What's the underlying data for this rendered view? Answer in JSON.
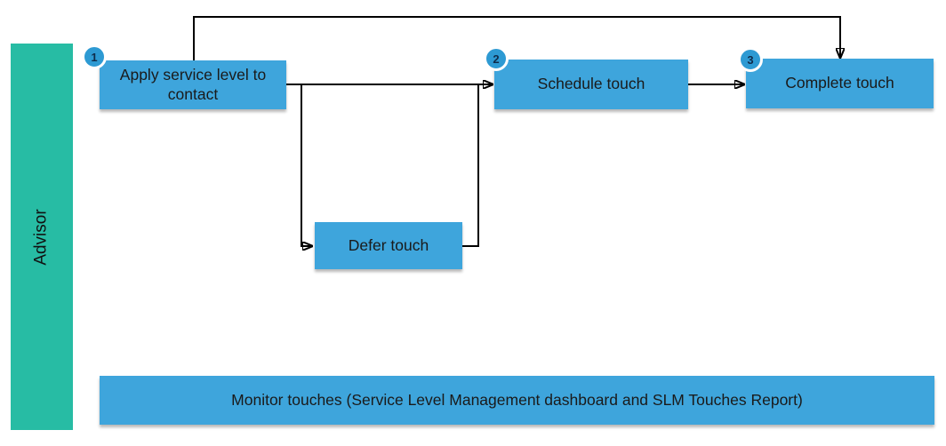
{
  "lane": {
    "label": "Advisor"
  },
  "nodes": {
    "apply": {
      "step": "1",
      "label": "Apply service level to contact"
    },
    "schedule": {
      "step": "2",
      "label": "Schedule touch"
    },
    "complete": {
      "step": "3",
      "label": "Complete touch"
    },
    "defer": {
      "label": "Defer touch"
    },
    "monitor": {
      "label": "Monitor touches (Service Level Management dashboard and SLM Touches Report)"
    }
  },
  "edges": [
    {
      "from": "apply",
      "to": "complete"
    },
    {
      "from": "apply",
      "to": "schedule"
    },
    {
      "from": "apply",
      "to": "defer"
    },
    {
      "from": "defer",
      "to": "schedule"
    },
    {
      "from": "schedule",
      "to": "complete"
    }
  ],
  "colors": {
    "node_fill": "#3EA5DC",
    "lane_fill": "#27BCA4",
    "badge_fill": "#2D9AD3",
    "connector": "#000000",
    "node_text": "#1A1A1A"
  }
}
